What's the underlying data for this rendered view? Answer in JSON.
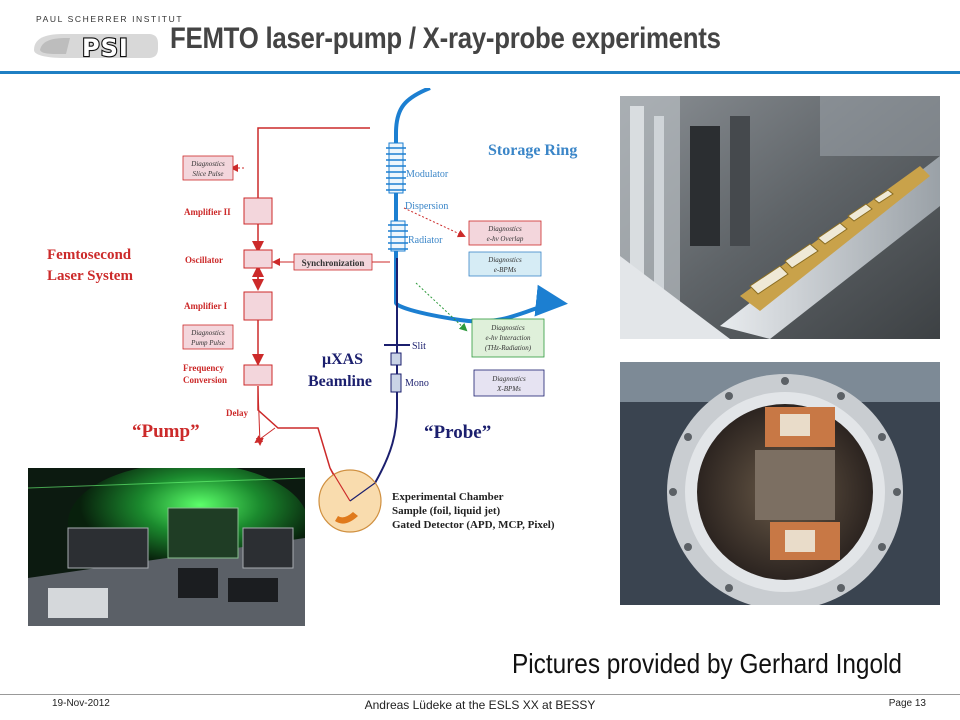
{
  "header": {
    "institute": "PAUL SCHERRER INSTITUT",
    "logo_text": "PSI",
    "title": "FEMTO laser-pump / X-ray-probe experiments"
  },
  "diagram": {
    "storage_ring": "Storage Ring",
    "femtosecond_line1": "Femtosecond",
    "femtosecond_line2": "Laser System",
    "amplifier_2": "Amplifier II",
    "oscillator": "Oscillator",
    "amplifier_1": "Amplifier I",
    "frequency_line1": "Frequency",
    "frequency_line2": "Conversion",
    "delay": "Delay",
    "pump": "“Pump”",
    "probe": "“Probe”",
    "synchronization": "Synchronization",
    "modulator": "Modulator",
    "dispersion": "Dispersion",
    "radiator": "Radiator",
    "slit": "Slit",
    "mono": "Mono",
    "beamline_line1": "μXAS",
    "beamline_line2": "Beamline",
    "diag_slice_1": "Diagnostics",
    "diag_slice_2": "Slice Pulse",
    "diag_pump_1": "Diagnostics",
    "diag_pump_2": "Pump Pulse",
    "diag_overlap_1": "Diagnostics",
    "diag_overlap_2": "e-hν Overlap",
    "diag_ebpm_1": "Diagnostics",
    "diag_ebpm_2": "e-BPMs",
    "diag_thz_1": "Diagnostics",
    "diag_thz_2": "e-hν Interaction",
    "diag_thz_3": "(THz-Radiation)",
    "diag_xbpm_1": "Diagnostics",
    "diag_xbpm_2": "X-BPMs",
    "chamber_line1": "Experimental Chamber",
    "chamber_line2": "Sample (foil, liquid jet)",
    "chamber_line3": "Gated Detector (APD, MCP, Pixel)"
  },
  "credit": "Pictures provided by Gerhard Ingold",
  "footer": {
    "date": "19-Nov-2012",
    "center": "Andreas Lüdeke at the ESLS XX at BESSY",
    "page": "Page 13"
  },
  "colors": {
    "accent_blue": "#1f7fc3",
    "laser_red": "#cc2a2a",
    "box_pink": "#f3d6dc",
    "diag_blue_fill": "#d6ecf5",
    "diag_green_fill": "#dff0da",
    "diag_purple_fill": "#e6e3f2",
    "beam_navy": "#1b1f6e",
    "ring_blue": "#1c7fd1",
    "label_blue": "#3b86c8"
  }
}
